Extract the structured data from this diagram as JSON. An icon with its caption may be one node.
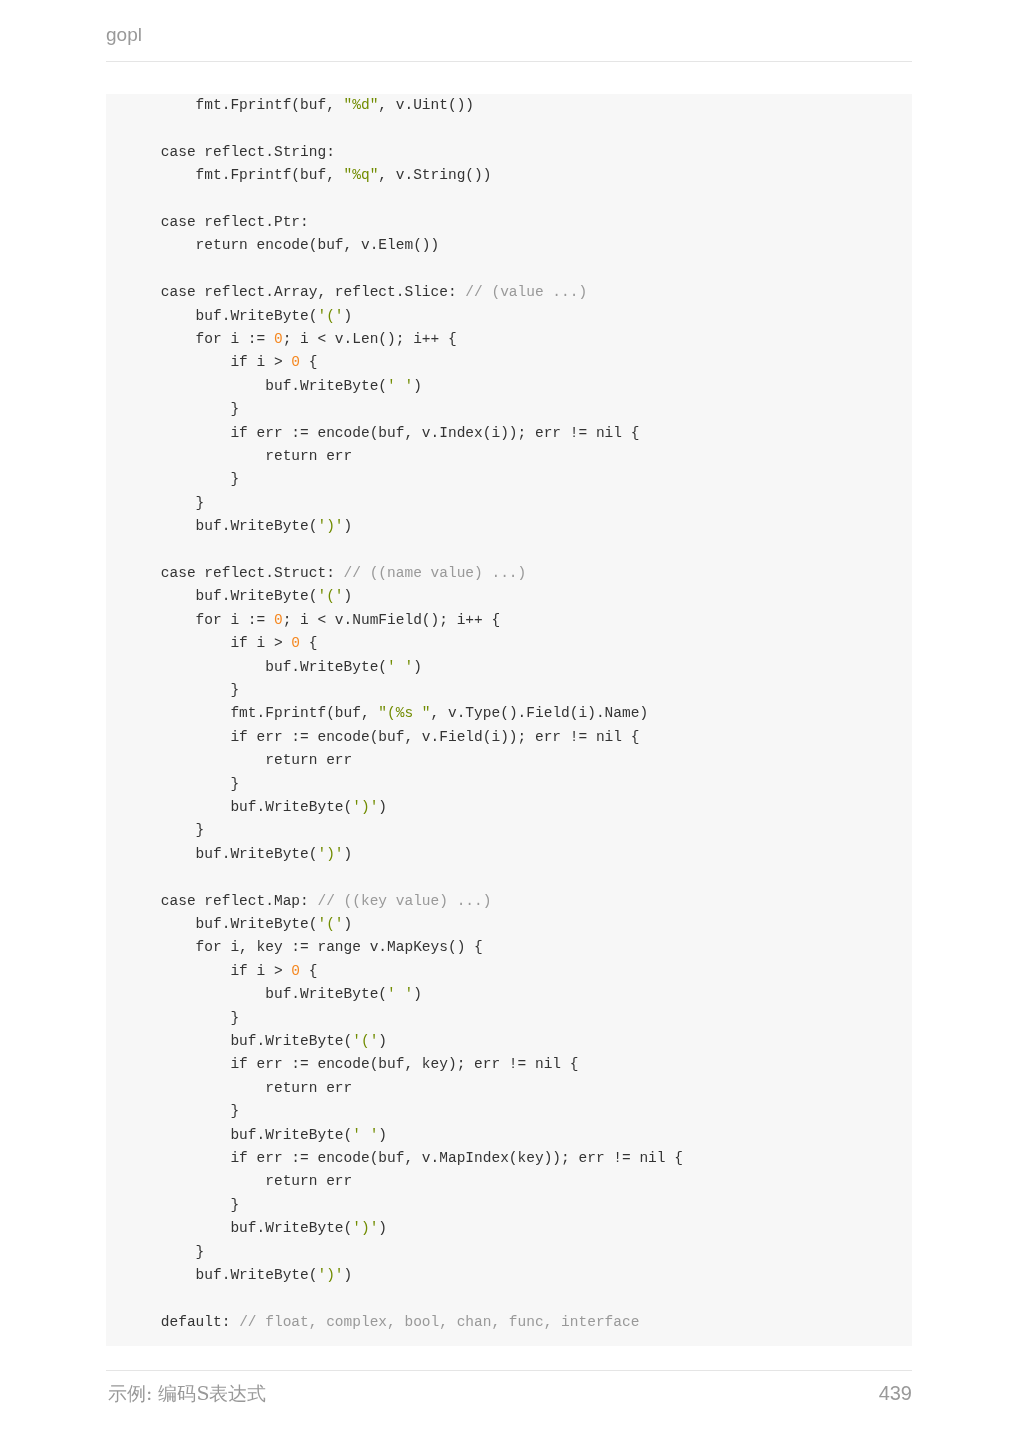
{
  "diagram": {
    "labels": [
      "gopl",
      "        fmt.Fprintf(buf, \"%d\", v.Uint())",
      "    case reflect.String:",
      "        fmt.Fprintf(buf, \"%q\", v.String())",
      "    case reflect.Ptr:",
      "        return encode(buf, v.Elem())",
      "    case reflect.Array, reflect.Slice: // (value ...)",
      "        buf.WriteByte('(')",
      "        for i := 0; i < v.Len(); i++ {",
      "            if i > 0 {",
      "                buf.WriteByte(' ')",
      "            }",
      "            if err := encode(buf, v.Index(i)); err != nil {",
      "                return err",
      "            }",
      "        }",
      "        buf.WriteByte(')')",
      "    case reflect.Struct: // ((name value) ...)",
      "        buf.WriteByte('(')",
      "        for i := 0; i < v.NumField(); i++ {",
      "            if i > 0 {",
      "                buf.WriteByte(' ')",
      "            }",
      "            fmt.Fprintf(buf, \"(%s \", v.Type().Field(i).Name)",
      "            if err := encode(buf, v.Field(i)); err != nil {",
      "                return err",
      "            }",
      "            buf.WriteByte(')')",
      "        }",
      "        buf.WriteByte(')')",
      "    case reflect.Map: // ((key value) ...)",
      "        buf.WriteByte('(')",
      "        for i, key := range v.MapKeys() {",
      "            if i > 0 {",
      "                buf.WriteByte(' ')",
      "            }",
      "            buf.WriteByte('(')",
      "            if err := encode(buf, key); err != nil {",
      "                return err",
      "            }",
      "            buf.WriteByte(' ')",
      "            if err := encode(buf, v.MapIndex(key)); err != nil {",
      "                return err",
      "            }",
      "            buf.WriteByte(')')",
      "        }",
      "        buf.WriteByte(')')",
      "    default: // float, complex, bool, chan, func, interface",
      "示例: 编码S表达式",
      "439"
    ]
  }
}
